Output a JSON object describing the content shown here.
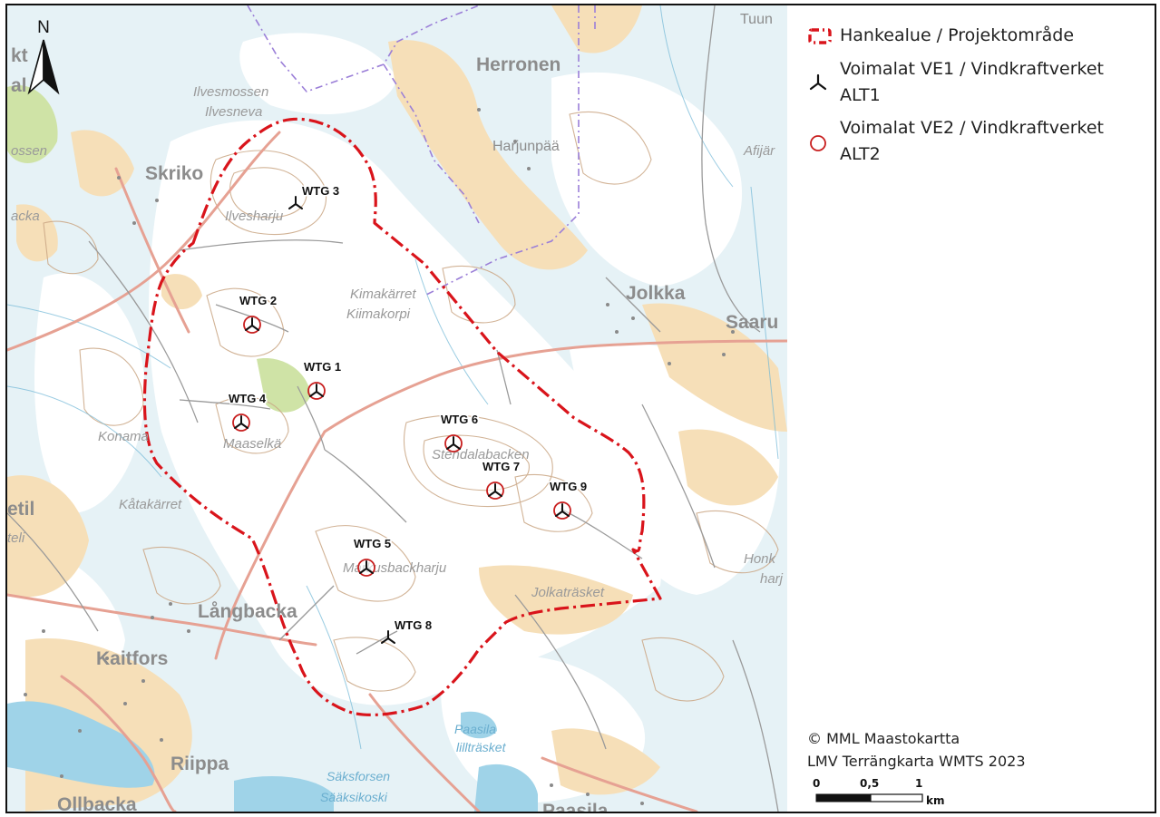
{
  "map": {
    "north_label": "N",
    "place_labels": [
      {
        "id": "herronen",
        "text": "Herronen",
        "style": "town"
      },
      {
        "id": "jolkka",
        "text": "Jolkka",
        "style": "town"
      },
      {
        "id": "saaru",
        "text": "Saaru",
        "style": "town"
      },
      {
        "id": "skriko",
        "text": "Skriko",
        "style": "town"
      },
      {
        "id": "langbacka",
        "text": "Långbacka",
        "style": "town"
      },
      {
        "id": "kaitfors",
        "text": "Kaitfors",
        "style": "town"
      },
      {
        "id": "riippa",
        "text": "Riippa",
        "style": "town"
      },
      {
        "id": "ollbacka",
        "text": "Ollbacka",
        "style": "town"
      },
      {
        "id": "paasila",
        "text": "Paasila",
        "style": "town"
      },
      {
        "id": "harjunpaa",
        "text": "Harjunpää",
        "style": "village"
      },
      {
        "id": "tuun",
        "text": "Tuun",
        "style": "village"
      },
      {
        "id": "ilvesmossen",
        "text": "Ilvesmossen",
        "style": "nature"
      },
      {
        "id": "ilvesneva",
        "text": "Ilvesneva",
        "style": "nature"
      },
      {
        "id": "ilvesharju",
        "text": "Ilvesharju",
        "style": "nature"
      },
      {
        "id": "kimakarret",
        "text": "Kimakärret",
        "style": "nature"
      },
      {
        "id": "kiimakorpi",
        "text": "Kiimakorpi",
        "style": "nature"
      },
      {
        "id": "konama",
        "text": "Konama",
        "style": "nature"
      },
      {
        "id": "maaselka",
        "text": "Maaselkä",
        "style": "nature"
      },
      {
        "id": "katakarret",
        "text": "Kåtakärret",
        "style": "nature"
      },
      {
        "id": "stendalabacken",
        "text": "Stendalabacken",
        "style": "nature"
      },
      {
        "id": "markusbackharju",
        "text": "Markusbackharju",
        "style": "nature"
      },
      {
        "id": "jolkatrasket",
        "text": "Jolkaträsket",
        "style": "nature"
      },
      {
        "id": "paasila_lillt",
        "text": "Paasila",
        "style": "water"
      },
      {
        "id": "lilltrasket",
        "text": "lillträsket",
        "style": "water"
      },
      {
        "id": "saksforsen",
        "text": "Säksforsen",
        "style": "water"
      },
      {
        "id": "saaksikoski",
        "text": "Sääksikoski",
        "style": "water"
      },
      {
        "id": "afijar",
        "text": "Afijär",
        "style": "nature"
      },
      {
        "id": "honk",
        "text": "Honk",
        "style": "nature"
      },
      {
        "id": "harj",
        "text": "harj",
        "style": "nature"
      },
      {
        "id": "ossen",
        "text": "ossen",
        "style": "nature"
      },
      {
        "id": "acka",
        "text": "acka",
        "style": "nature"
      },
      {
        "id": "etil",
        "text": "etil",
        "style": "town"
      },
      {
        "id": "teli",
        "text": "teli",
        "style": "nature"
      },
      {
        "id": "kt",
        "text": "kt",
        "style": "town"
      },
      {
        "id": "al",
        "text": "al",
        "style": "town"
      }
    ],
    "turbines": [
      {
        "id": "wtg1",
        "label": "WTG 1",
        "alt": "ALT2"
      },
      {
        "id": "wtg2",
        "label": "WTG 2",
        "alt": "ALT2"
      },
      {
        "id": "wtg3",
        "label": "WTG 3",
        "alt": "ALT1"
      },
      {
        "id": "wtg4",
        "label": "WTG 4",
        "alt": "ALT2"
      },
      {
        "id": "wtg5",
        "label": "WTG 5",
        "alt": "ALT2"
      },
      {
        "id": "wtg6",
        "label": "WTG 6",
        "alt": "ALT2"
      },
      {
        "id": "wtg7",
        "label": "WTG 7",
        "alt": "ALT2"
      },
      {
        "id": "wtg8",
        "label": "WTG 8",
        "alt": "ALT1"
      },
      {
        "id": "wtg9",
        "label": "WTG 9",
        "alt": "ALT2"
      }
    ]
  },
  "legend": {
    "project_area": "Hankealue / Projektområde",
    "ve1_line1": "Voimalat VE1 / Vindkraftverket",
    "ve1_line2": "ALT1",
    "ve2_line1": "Voimalat VE2 / Vindkraftverket",
    "ve2_line2": "ALT2"
  },
  "credits": {
    "line1": "© MML Maastokartta",
    "line2": "LMV Terrängkarta WMTS 2023"
  },
  "scale": {
    "tick0": "0",
    "tick1": "0,5",
    "tick2": "1",
    "unit": "km"
  },
  "colors": {
    "project_boundary": "#d9141b",
    "turbine_alt2_circle": "#c81e1e",
    "turbine_symbol": "#111111",
    "road": "#e8a39a",
    "field": "#f5dcb4",
    "water": "#a9d7e9",
    "forest": "#ffffff",
    "contour": "#c9a27f",
    "admin_border": "#9b7fd8"
  }
}
